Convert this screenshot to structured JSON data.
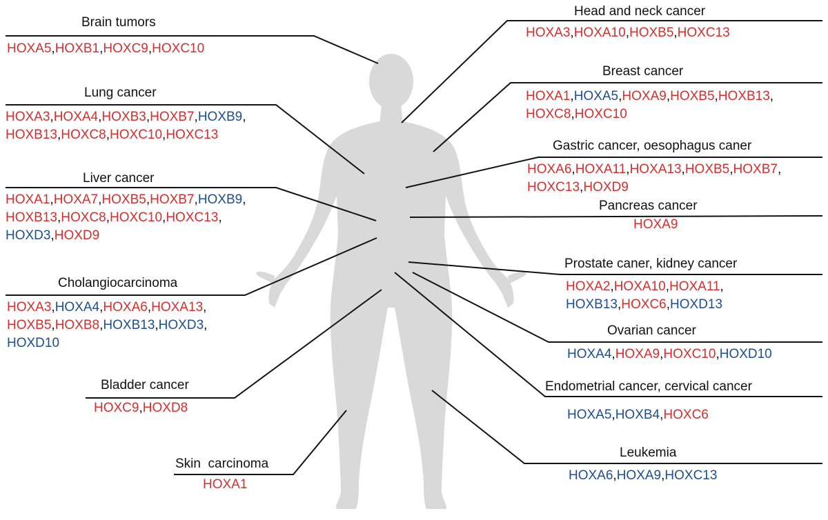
{
  "colors": {
    "up": "#d32f2f",
    "down": "#1f4e8c",
    "line": "#111111",
    "body": "#d9d9d9"
  },
  "legend_note": "",
  "groups": [
    {
      "id": "brain",
      "label": "Brain tumors",
      "lines": [
        [
          {
            "g": "HOXA5",
            "c": "up"
          },
          {
            "g": "HOXB1",
            "c": "up"
          },
          {
            "g": "HOXC9",
            "c": "up"
          },
          {
            "g": "HOXC10",
            "c": "up"
          }
        ]
      ]
    },
    {
      "id": "lung",
      "label": "Lung cancer",
      "lines": [
        [
          {
            "g": "HOXA3",
            "c": "up"
          },
          {
            "g": "HOXA4",
            "c": "up"
          },
          {
            "g": "HOXB3",
            "c": "up"
          },
          {
            "g": "HOXB7",
            "c": "up"
          },
          {
            "g": "HOXB9",
            "c": "down"
          }
        ],
        [
          {
            "g": "HOXB13",
            "c": "up"
          },
          {
            "g": "HOXC8",
            "c": "up"
          },
          {
            "g": "HOXC10",
            "c": "up"
          },
          {
            "g": "HOXC13",
            "c": "up"
          }
        ]
      ],
      "trail": [
        ",",
        ""
      ]
    },
    {
      "id": "liver",
      "label": "Liver cancer",
      "lines": [
        [
          {
            "g": "HOXA1",
            "c": "up"
          },
          {
            "g": "HOXA7",
            "c": "up"
          },
          {
            "g": "HOXB5",
            "c": "up"
          },
          {
            "g": "HOXB7",
            "c": "up"
          },
          {
            "g": "HOXB9",
            "c": "down"
          }
        ],
        [
          {
            "g": "HOXB13",
            "c": "up"
          },
          {
            "g": "HOXC8",
            "c": "up"
          },
          {
            "g": "HOXC10",
            "c": "up"
          },
          {
            "g": "HOXC13",
            "c": "up"
          }
        ],
        [
          {
            "g": "HOXD3",
            "c": "down"
          },
          {
            "g": "HOXD9",
            "c": "up"
          }
        ]
      ],
      "trail": [
        ",",
        ",",
        ""
      ]
    },
    {
      "id": "cholangio",
      "label": "Cholangiocarcinoma",
      "lines": [
        [
          {
            "g": "HOXA3",
            "c": "up"
          },
          {
            "g": "HOXA4",
            "c": "down"
          },
          {
            "g": "HOXA6",
            "c": "up"
          },
          {
            "g": "HOXA13",
            "c": "up"
          }
        ],
        [
          {
            "g": "HOXB5",
            "c": "up"
          },
          {
            "g": "HOXB8",
            "c": "up"
          },
          {
            "g": "HOXB13",
            "c": "down"
          },
          {
            "g": "HOXD3",
            "c": "down"
          }
        ],
        [
          {
            "g": "HOXD10",
            "c": "down"
          }
        ]
      ],
      "trail": [
        ",",
        ",",
        ""
      ]
    },
    {
      "id": "bladder",
      "label": "Bladder cancer",
      "lines": [
        [
          {
            "g": "HOXC9",
            "c": "up"
          },
          {
            "g": "HOXD8",
            "c": "up"
          }
        ]
      ]
    },
    {
      "id": "skin",
      "label": "Skin  carcinoma",
      "lines": [
        [
          {
            "g": "HOXA1",
            "c": "up"
          }
        ]
      ]
    },
    {
      "id": "headneck",
      "label": "Head and neck cancer",
      "lines": [
        [
          {
            "g": "HOXA3",
            "c": "up"
          },
          {
            "g": "HOXA10",
            "c": "up"
          },
          {
            "g": "HOXB5",
            "c": "up"
          },
          {
            "g": "HOXC13",
            "c": "up"
          }
        ]
      ]
    },
    {
      "id": "breast",
      "label": "Breast cancer",
      "lines": [
        [
          {
            "g": "HOXA1",
            "c": "up"
          },
          {
            "g": "HOXA5",
            "c": "down"
          },
          {
            "g": "HOXA9",
            "c": "up"
          },
          {
            "g": "HOXB5",
            "c": "up"
          },
          {
            "g": "HOXB13",
            "c": "up"
          }
        ],
        [
          {
            "g": "HOXC8",
            "c": "up"
          },
          {
            "g": "HOXC10",
            "c": "up"
          }
        ]
      ],
      "trail": [
        ",",
        ""
      ]
    },
    {
      "id": "gastric",
      "label": "Gastric cancer, oesophagus caner",
      "lines": [
        [
          {
            "g": "HOXA6",
            "c": "up"
          },
          {
            "g": "HOXA11",
            "c": "up"
          },
          {
            "g": "HOXA13",
            "c": "up"
          },
          {
            "g": "HOXB5",
            "c": "up"
          },
          {
            "g": "HOXB7",
            "c": "up"
          }
        ],
        [
          {
            "g": "HOXC13",
            "c": "up"
          },
          {
            "g": "HOXD9",
            "c": "up"
          }
        ]
      ],
      "trail": [
        ",",
        ""
      ]
    },
    {
      "id": "pancreas",
      "label": "Pancreas cancer",
      "lines": [
        [
          {
            "g": "HOXA9",
            "c": "up"
          }
        ]
      ]
    },
    {
      "id": "prostate",
      "label": "Prostate caner, kidney cancer",
      "lines": [
        [
          {
            "g": "HOXA2",
            "c": "up"
          },
          {
            "g": "HOXA10",
            "c": "up"
          },
          {
            "g": "HOXA11",
            "c": "up"
          }
        ],
        [
          {
            "g": "HOXB13",
            "c": "down"
          },
          {
            "g": "HOXC6",
            "c": "up"
          },
          {
            "g": "HOXD13",
            "c": "down"
          }
        ]
      ],
      "trail": [
        ",",
        ""
      ]
    },
    {
      "id": "ovarian",
      "label": "Ovarian cancer",
      "lines": [
        [
          {
            "g": "HOXA4",
            "c": "down"
          },
          {
            "g": "HOXA9",
            "c": "up"
          },
          {
            "g": "HOXC10",
            "c": "up"
          },
          {
            "g": "HOXD10",
            "c": "down"
          }
        ]
      ]
    },
    {
      "id": "endometrial",
      "label": "Endometrial cancer, cervical cancer",
      "lines": [
        [
          {
            "g": "HOXA5",
            "c": "down"
          },
          {
            "g": "HOXB4",
            "c": "down"
          },
          {
            "g": "HOXC6",
            "c": "up"
          }
        ]
      ]
    },
    {
      "id": "leukemia",
      "label": "Leukemia",
      "lines": [
        [
          {
            "g": "HOXA6",
            "c": "down"
          },
          {
            "g": "HOXA9",
            "c": "down"
          },
          {
            "g": "HOXC13",
            "c": "down"
          }
        ]
      ]
    }
  ]
}
